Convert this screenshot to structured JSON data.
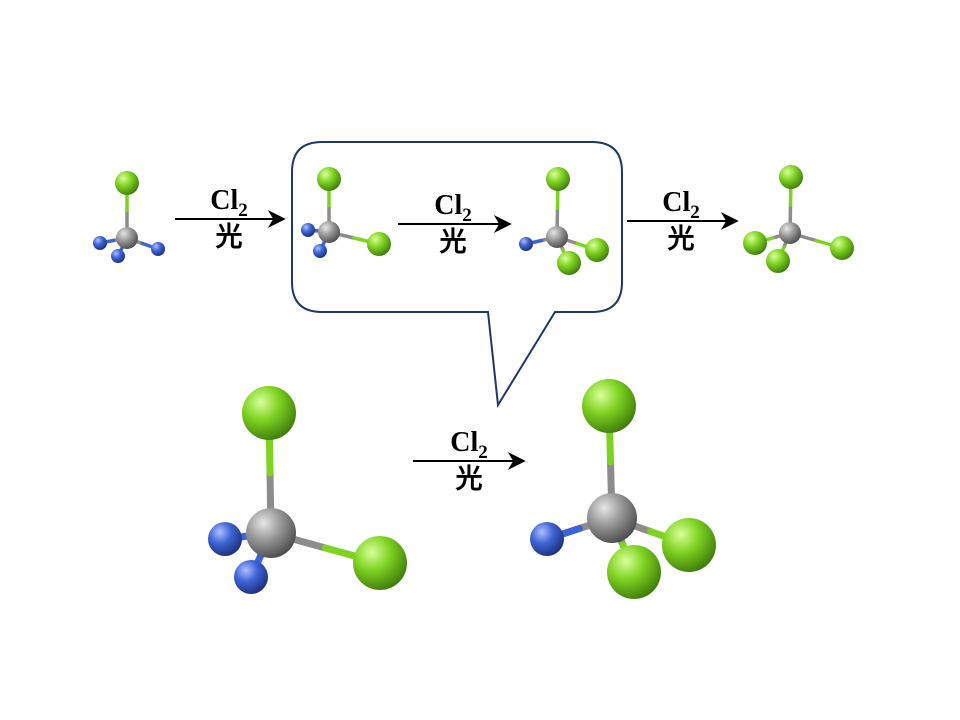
{
  "reaction": {
    "reagent": "Cl",
    "reagent_subscript": "2",
    "condition": "光"
  },
  "atoms": {
    "carbon": "#8c8c8c",
    "hydrogen": "#3d64d4",
    "chlorine": "#7ed321"
  },
  "molecules": [
    {
      "label": "CH3Cl",
      "cl": 1,
      "h": 3
    },
    {
      "label": "CH2Cl2",
      "cl": 2,
      "h": 2
    },
    {
      "label": "CHCl3",
      "cl": 3,
      "h": 1
    },
    {
      "label": "CCl4",
      "cl": 4,
      "h": 0
    },
    {
      "label": "CH2Cl2",
      "cl": 2,
      "h": 2
    },
    {
      "label": "CHCl3",
      "cl": 3,
      "h": 1
    }
  ]
}
